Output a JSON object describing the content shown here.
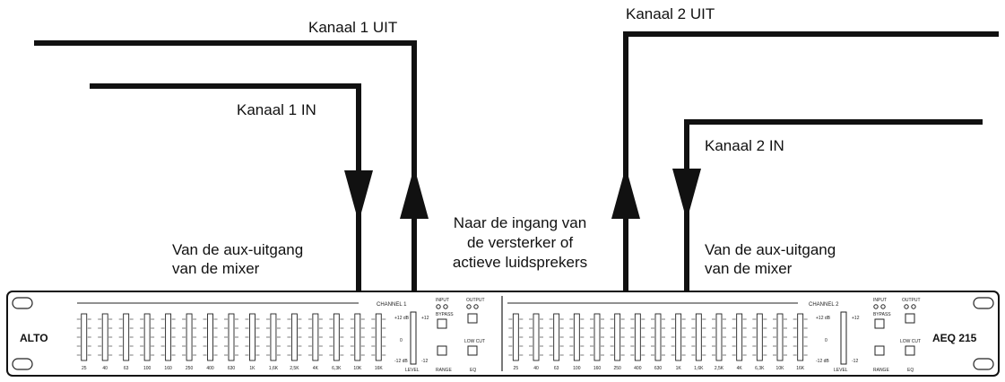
{
  "labels": {
    "ch1_out": "Kanaal 1 UIT",
    "ch1_in": "Kanaal 1 IN",
    "ch2_out": "Kanaal 2 UIT",
    "ch2_in": "Kanaal 2 IN",
    "aux_left_line1": "Van de aux-uitgang",
    "aux_left_line2": "van de mixer",
    "amp_line1": "Naar de ingang van",
    "amp_line2": "de versterker of",
    "amp_line3": "actieve luidsprekers",
    "aux_right_line1": "Van de aux-uitgang",
    "aux_right_line2": "van de mixer"
  },
  "device": {
    "brand": "ALTO",
    "model": "AEQ 215",
    "channel1": "CHANNEL 1",
    "channel2": "CHANNEL 2",
    "input": "INPUT",
    "output": "OUTPUT",
    "bypass": "BYPASS",
    "level": "LEVEL",
    "range": "RANGE",
    "eq": "EQ",
    "plus12db": "+12 dB",
    "minus12db": "-12 dB",
    "plus12": "+12",
    "minus12": "-12",
    "zero": "0",
    "lowcut": "LOW CUT",
    "fader_count": 15,
    "frequencies": [
      "25",
      "40",
      "63",
      "100",
      "160",
      "250",
      "400",
      "630",
      "1K",
      "1,6K",
      "2,5K",
      "4K",
      "6,3K",
      "10K",
      "16K"
    ]
  },
  "colors": {
    "line": "#111111",
    "panel": "#ffffff",
    "text": "#111111"
  }
}
